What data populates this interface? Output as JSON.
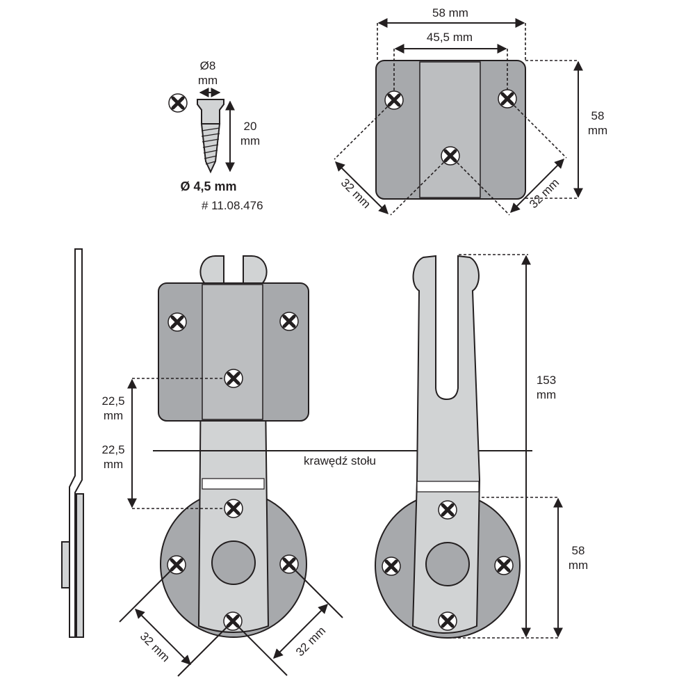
{
  "screw": {
    "head_diameter": "Ø8",
    "head_diameter_unit": "mm",
    "length": "20",
    "length_unit": "mm",
    "diameter": "Ø 4,5 mm",
    "article_number": "# 11.08.476"
  },
  "top_plate": {
    "width": "58 mm",
    "hole_spacing": "45,5 mm",
    "height": "58",
    "height_unit": "mm",
    "diag_left": "32 mm",
    "diag_right": "32 mm"
  },
  "front_view": {
    "upper_offset": "22,5",
    "upper_offset_unit": "mm",
    "lower_offset": "22,5",
    "lower_offset_unit": "mm",
    "table_edge_label": "krawędź stołu",
    "diag_left": "32 mm",
    "diag_right": "32 mm"
  },
  "back_view": {
    "total_length": "153",
    "total_length_unit": "mm",
    "disc_size": "58",
    "disc_size_unit": "mm"
  },
  "colors": {
    "plate": "#a7a9ac",
    "light": "#d1d3d4",
    "line": "#231f20"
  }
}
